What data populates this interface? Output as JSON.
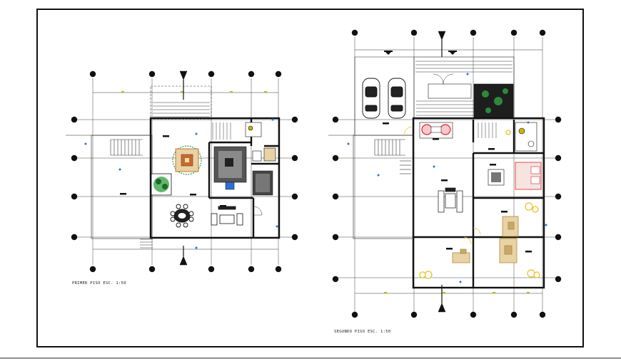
{
  "plans": {
    "first_floor": {
      "caption": "PRIMER PISO    ESC. 1:50"
    },
    "second_floor": {
      "caption": "SEGUNDO PISO    ESC. 1:50"
    }
  },
  "colors": {
    "frame": "#111111",
    "wall": "#111111",
    "section_marker": "#111111",
    "furniture_red": "#d9252a",
    "furniture_yellow": "#e8d21e",
    "furniture_tan": "#c8a86a",
    "plant_green": "#2e9e3e",
    "accent_blue": "#2f6fd6",
    "dim_yellow": "#c9b400"
  },
  "icons": [
    "section-cut-marker",
    "grid-axis-bubble",
    "car-symbol",
    "stair-symbol",
    "plant-symbol",
    "bed-symbol",
    "dining-table-symbol"
  ]
}
